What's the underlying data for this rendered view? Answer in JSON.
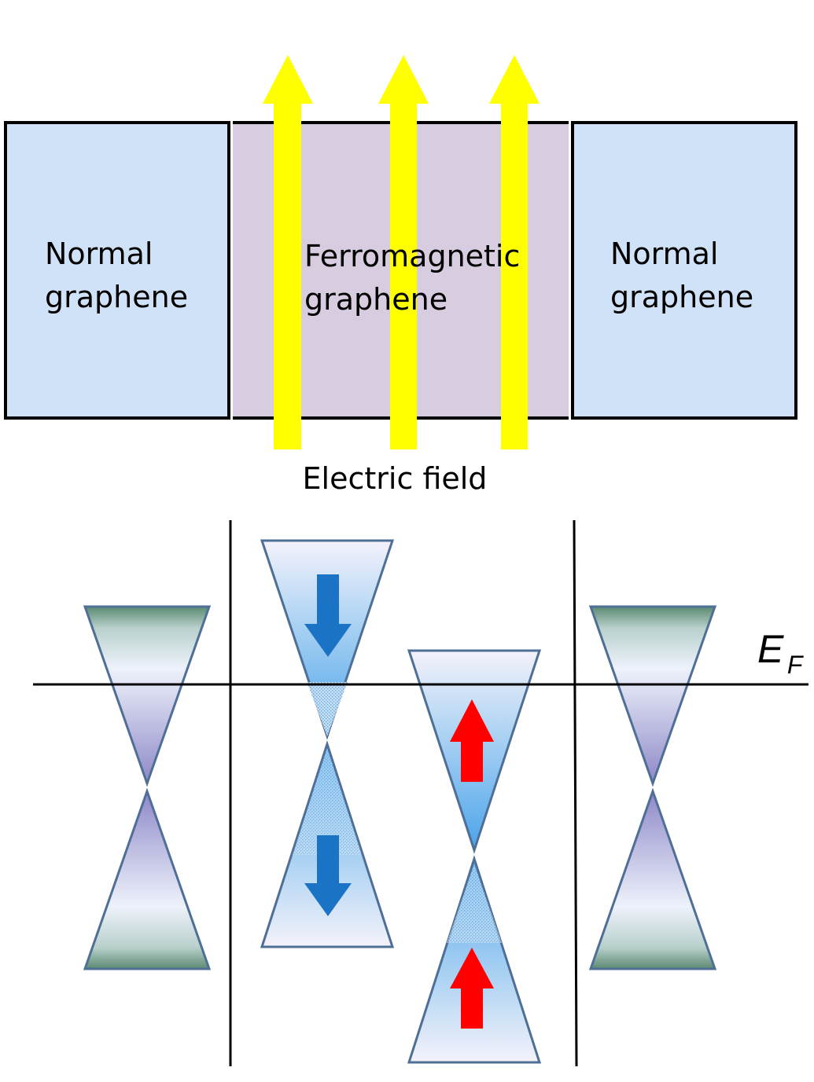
{
  "regions": [
    {
      "id": "left",
      "line1": "Normal",
      "line2": "graphene",
      "fill": "#cfe2f8"
    },
    {
      "id": "middle",
      "line1": "Ferromagnetic",
      "line2": "graphene",
      "fill": "#d8cce0"
    },
    {
      "id": "right",
      "line1": "Normal",
      "line2": "graphene",
      "fill": "#cfe2f8"
    }
  ],
  "field": {
    "label": "Electric field",
    "arrow_color": "#ffff00",
    "arrow_count": 3
  },
  "fermi_level": {
    "symbol": "E",
    "subscript": "F"
  },
  "spin": {
    "down_arrow_color": "#1a73c4",
    "up_arrow_color": "#ff0000"
  },
  "colors": {
    "cone_outline": "#5a7fa8",
    "cone_dark": "#5a8a70",
    "cone_light": "#eef2fb",
    "cone_purple": "#9a94d0",
    "cone_blue": "#60b0ee"
  }
}
